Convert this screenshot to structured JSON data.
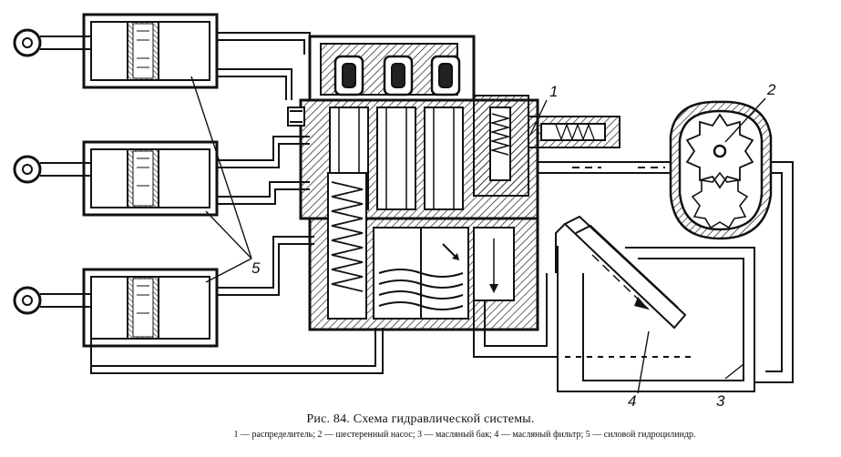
{
  "figure": {
    "callouts": {
      "n1": "1",
      "n2": "2",
      "n3": "3",
      "n4": "4",
      "n5": "5"
    }
  },
  "caption": {
    "title": "Рис. 84. Схема гидравлической системы.",
    "legend": "1 — распределитель; 2 — шестеренный насос; 3 — масляный бак; 4 — масляный фильтр; 5 — силовой гидроцилиндр."
  }
}
